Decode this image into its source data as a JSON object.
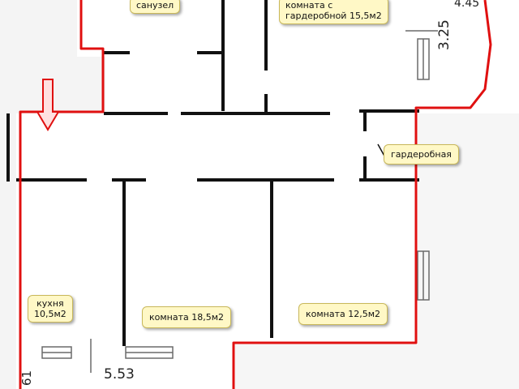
{
  "rooms": {
    "bathroom": {
      "lines": [
        "санузел"
      ]
    },
    "room_wardrobe": {
      "lines": [
        "комната с",
        "гардеробной 15,5м2"
      ]
    },
    "wardrobe": {
      "lines": [
        "гардеробная"
      ]
    },
    "kitchen": {
      "lines": [
        "кухня",
        "10,5м2"
      ]
    },
    "room_185": {
      "lines": [
        "комната 18,5м2"
      ]
    },
    "room_125": {
      "lines": [
        "комната 12,5м2"
      ]
    }
  },
  "dimensions": {
    "bottom": "5.53",
    "right": "3.25",
    "top_right": "4.45",
    "bottom_left": "61"
  },
  "colors": {
    "wall": "#111111",
    "outline": "#e01010",
    "label_bg": "#fff8c6",
    "window": "#6a6a6a"
  }
}
